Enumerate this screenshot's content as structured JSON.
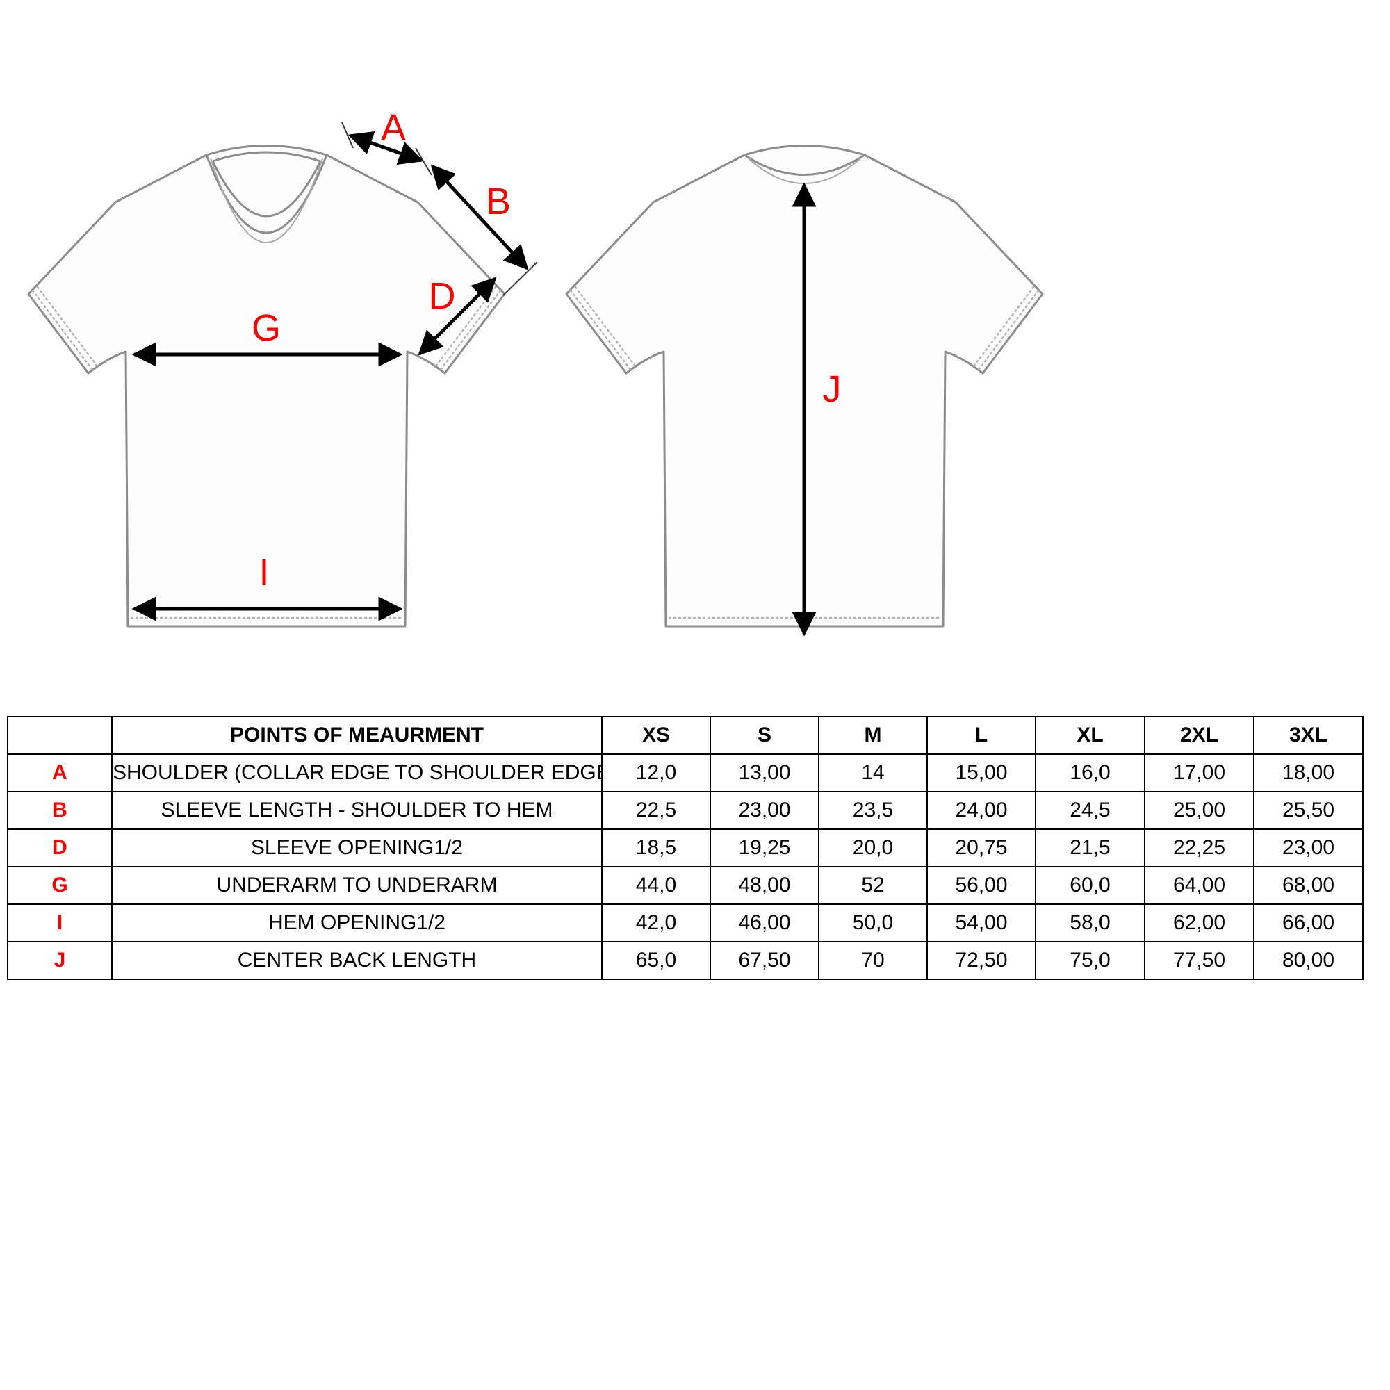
{
  "diagram": {
    "labels": {
      "A": "A",
      "B": "B",
      "D": "D",
      "G": "G",
      "I": "I",
      "J": "J"
    }
  },
  "table": {
    "header": {
      "corner": "",
      "points": "POINTS OF MEAURMENT",
      "sizes": [
        "XS",
        "S",
        "M",
        "L",
        "XL",
        "2XL",
        "3XL"
      ]
    },
    "rows": [
      {
        "letter": "A",
        "name": "SHOULDER (COLLAR EDGE TO SHOULDER EDGE)",
        "values": [
          "12,0",
          "13,00",
          "14",
          "15,00",
          "16,0",
          "17,00",
          "18,00"
        ]
      },
      {
        "letter": "B",
        "name": "SLEEVE LENGTH - SHOULDER TO HEM",
        "values": [
          "22,5",
          "23,00",
          "23,5",
          "24,00",
          "24,5",
          "25,00",
          "25,50"
        ]
      },
      {
        "letter": "D",
        "name": "SLEEVE OPENING1/2",
        "values": [
          "18,5",
          "19,25",
          "20,0",
          "20,75",
          "21,5",
          "22,25",
          "23,00"
        ]
      },
      {
        "letter": "G",
        "name": "UNDERARM TO UNDERARM",
        "values": [
          "44,0",
          "48,00",
          "52",
          "56,00",
          "60,0",
          "64,00",
          "68,00"
        ]
      },
      {
        "letter": "I",
        "name": "HEM OPENING1/2",
        "values": [
          "42,0",
          "46,00",
          "50,0",
          "54,00",
          "58,0",
          "62,00",
          "66,00"
        ]
      },
      {
        "letter": "J",
        "name": "CENTER BACK LENGTH",
        "values": [
          "65,0",
          "67,50",
          "70",
          "72,50",
          "75,0",
          "77,50",
          "80,00"
        ]
      }
    ]
  },
  "colors": {
    "label_red": "#ff0000",
    "arrow_black": "#000000",
    "shirt_outline_gray": "#8c8c8c"
  }
}
